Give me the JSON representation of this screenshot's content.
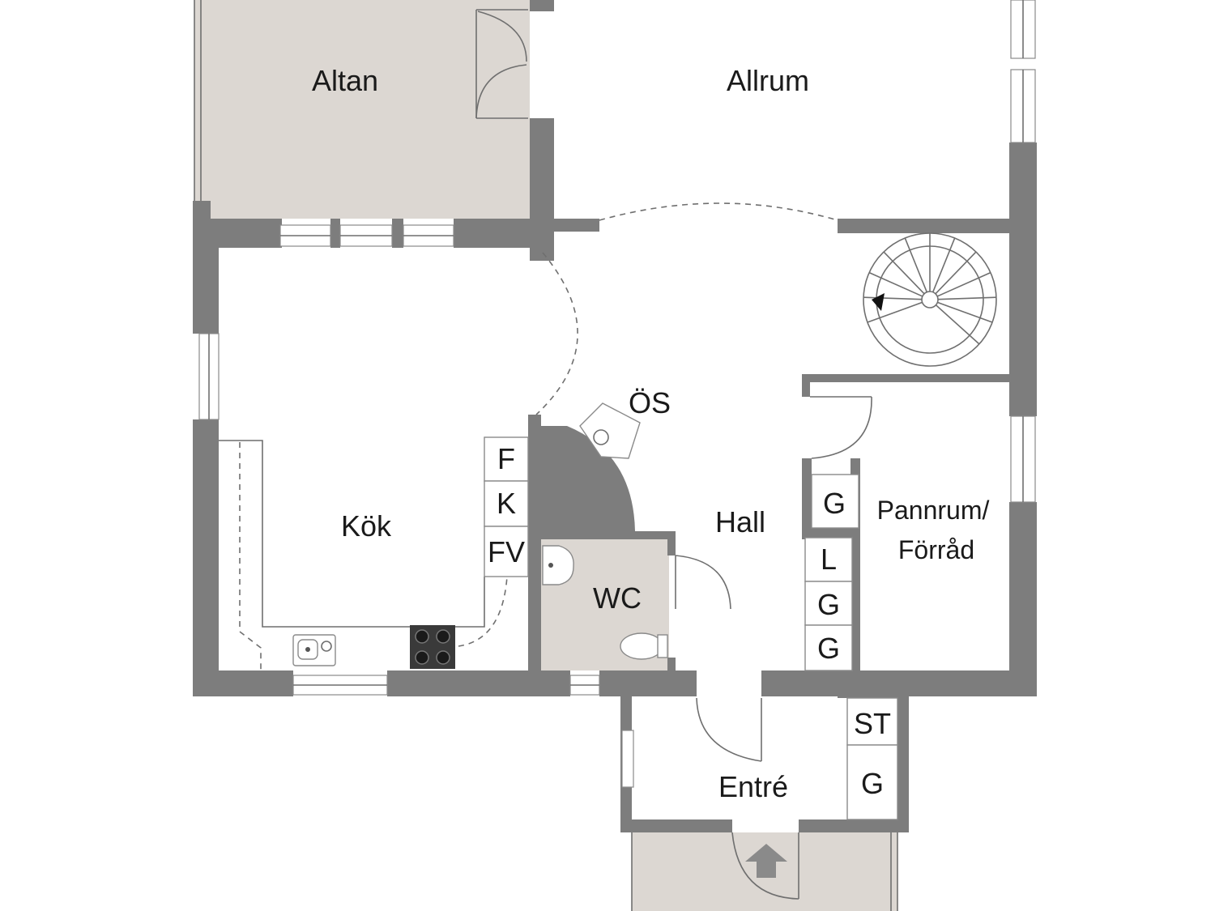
{
  "colors": {
    "wall": "#7d7d7d",
    "terrace_fill": "#dcd7d2",
    "wc_fill": "#dcd7d2",
    "background": "#ffffff",
    "arrow": "#8a8a8a"
  },
  "rooms": {
    "altan": "Altan",
    "allrum": "Allrum",
    "kok": "Kök",
    "hall": "Hall",
    "wc": "WC",
    "pannrum_line1": "Pannrum/",
    "pannrum_line2": "Förråd",
    "entre": "Entré"
  },
  "fixtures": {
    "os": "ÖS",
    "kitchen": {
      "f": "F",
      "k": "K",
      "fv": "FV"
    },
    "hall_closets": {
      "g1": "G",
      "l": "L",
      "g2": "G",
      "g3": "G"
    },
    "entre_closets": {
      "st": "ST",
      "g": "G"
    }
  },
  "icons": {
    "spiral_stair": "spiral-stair-icon",
    "entrance_arrow": "entrance-arrow-icon",
    "stove": "stove-icon",
    "sink": "sink-icon",
    "toilet": "toilet-icon",
    "washbasin": "washbasin-icon"
  }
}
